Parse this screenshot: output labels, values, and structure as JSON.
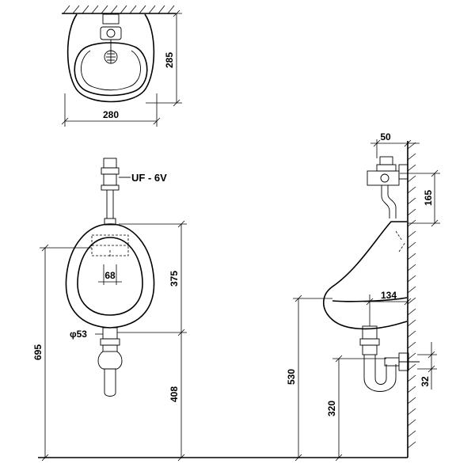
{
  "top_view": {
    "width_label": "280",
    "depth_label": "285"
  },
  "front_view": {
    "valve_label": "UF - 6V",
    "height_label": "695",
    "bowl_label": "375",
    "outlet_height_label": "408",
    "outlet_dia_label": "φ53",
    "inlet_width_label": "68"
  },
  "side_view": {
    "wall_offset_label": "50",
    "valve_height_label": "165",
    "projection_label": "134",
    "rim_height_label": "530",
    "drain_height_label": "320",
    "drain_dia_label": "32"
  }
}
